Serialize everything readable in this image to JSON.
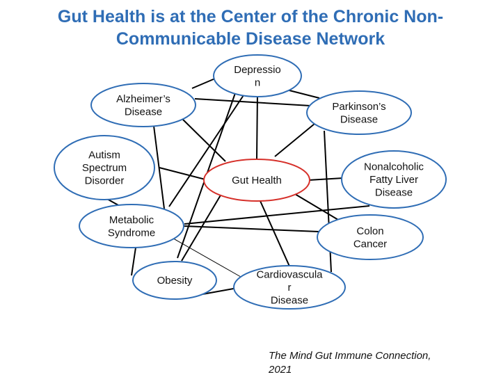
{
  "title": {
    "line1": "Gut Health is at the Center of the Chronic Non-",
    "line2": "Communicable Disease Network"
  },
  "colors": {
    "title": "#2f6db5",
    "node_border": "#2f6db5",
    "center_border": "#d6302a",
    "edge": "#000000"
  },
  "nodes": [
    {
      "id": "depression",
      "lines": [
        "Depressio",
        "n"
      ],
      "center": false
    },
    {
      "id": "alzheimers",
      "lines": [
        "Alzheimer’s",
        "Disease"
      ],
      "center": false
    },
    {
      "id": "parkinsons",
      "lines": [
        "Parkinson’s",
        "Disease"
      ],
      "center": false
    },
    {
      "id": "autism",
      "lines": [
        "Autism",
        "Spectrum",
        "Disorder"
      ],
      "center": false
    },
    {
      "id": "gut-health",
      "lines": [
        "Gut Health"
      ],
      "center": true
    },
    {
      "id": "nafld",
      "lines": [
        "Nonalcoholic",
        "Fatty Liver",
        "Disease"
      ],
      "center": false
    },
    {
      "id": "metabolic-syndrome",
      "lines": [
        "Metabolic",
        "Syndrome"
      ],
      "center": false
    },
    {
      "id": "colon-cancer",
      "lines": [
        "Colon",
        "Cancer"
      ],
      "center": false
    },
    {
      "id": "obesity",
      "lines": [
        "Obesity"
      ],
      "center": false
    },
    {
      "id": "cardiovascular",
      "lines": [
        "Cardiovascula",
        "r",
        "Disease"
      ],
      "center": false
    }
  ],
  "edges": [
    [
      "depression",
      "alzheimers"
    ],
    [
      "depression",
      "parkinsons"
    ],
    [
      "depression",
      "gut-health"
    ],
    [
      "depression",
      "metabolic-syndrome"
    ],
    [
      "depression",
      "obesity"
    ],
    [
      "alzheimers",
      "parkinsons"
    ],
    [
      "alzheimers",
      "gut-health"
    ],
    [
      "alzheimers",
      "metabolic-syndrome"
    ],
    [
      "parkinsons",
      "gut-health"
    ],
    [
      "parkinsons",
      "cardiovascular"
    ],
    [
      "autism",
      "gut-health"
    ],
    [
      "autism",
      "metabolic-syndrome"
    ],
    [
      "gut-health",
      "nafld"
    ],
    [
      "gut-health",
      "colon-cancer"
    ],
    [
      "gut-health",
      "cardiovascular"
    ],
    [
      "gut-health",
      "obesity"
    ],
    [
      "metabolic-syndrome",
      "nafld"
    ],
    [
      "metabolic-syndrome",
      "colon-cancer"
    ],
    [
      "metabolic-syndrome",
      "cardiovascular"
    ],
    [
      "metabolic-syndrome",
      "obesity"
    ],
    [
      "obesity",
      "cardiovascular"
    ]
  ],
  "citation": {
    "line1": "The Mind Gut Immune Connection,",
    "line2": "2021"
  }
}
